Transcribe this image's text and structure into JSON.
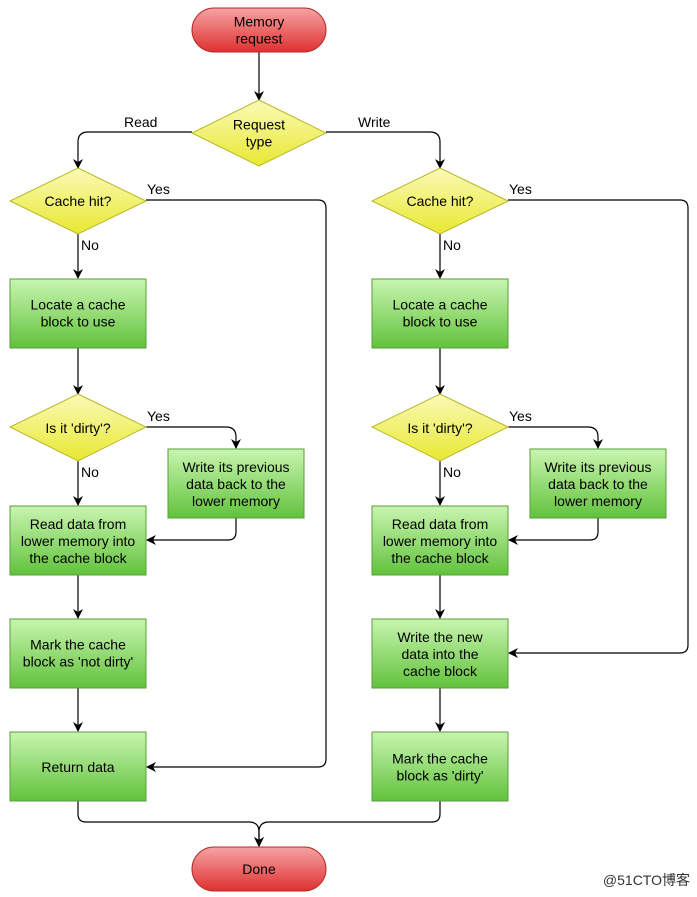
{
  "nodes": {
    "start": "Memory\nrequest",
    "request_type": "Request\ntype",
    "read_cache_hit": "Cache hit?",
    "read_locate": "Locate a cache\nblock to use",
    "read_dirty": "Is it 'dirty'?",
    "read_write_back": "Write its previous\ndata back to the\nlower memory",
    "read_read_data": "Read data from\nlower memory into\nthe cache block",
    "read_mark_not_dirty": "Mark the cache\nblock as 'not dirty'",
    "read_return": "Return data",
    "write_cache_hit": "Cache hit?",
    "write_locate": "Locate a cache\nblock to use",
    "write_dirty": "Is it 'dirty'?",
    "write_write_back": "Write its previous\ndata back to the\nlower memory",
    "write_read_data": "Read data from\nlower memory into\nthe cache block",
    "write_new_data": "Write the new\ndata into the\ncache block",
    "write_mark_dirty": "Mark the cache\nblock as 'dirty'",
    "done": "Done"
  },
  "labels": {
    "read": "Read",
    "write": "Write",
    "yes": "Yes",
    "no": "No"
  },
  "watermark": "@51CTO博客",
  "colors": {
    "terminal_top": "#f5a3a3",
    "terminal_bottom": "#e03030",
    "terminal_stroke": "#b42a2a",
    "decision_top": "#fafab8",
    "decision_bottom": "#e8e830",
    "decision_stroke": "#b8b828",
    "process_top": "#c8f5b0",
    "process_bottom": "#62c23c",
    "process_stroke": "#5a9e3a"
  }
}
